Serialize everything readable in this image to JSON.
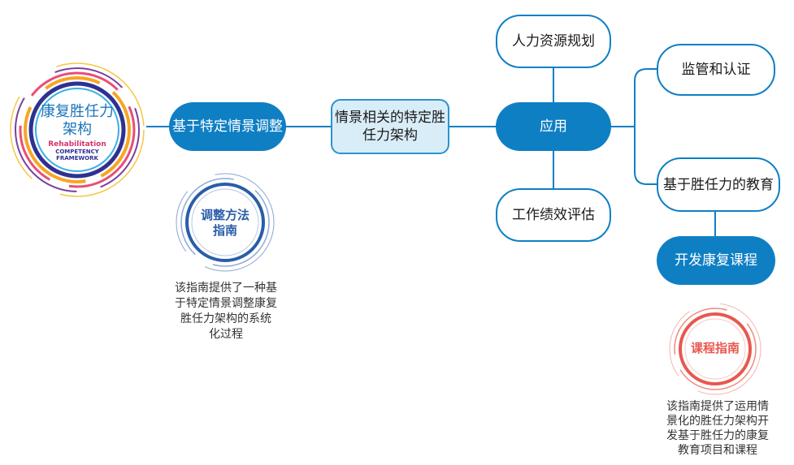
{
  "framework_badge": {
    "title_line1": "康复胜任力",
    "title_line2": "架构",
    "logo_line1": "Rehabilitation",
    "logo_line2": "COMPETENCY",
    "logo_line3": "FRAMEWORK"
  },
  "nodes": {
    "contextual_adjustment": "基于特定情景调整",
    "contextual_framework_line1": "情景相关的特定胜",
    "contextual_framework_line2": "任力架构",
    "application": "应用",
    "hr_planning": "人力资源规划",
    "performance_evaluation": "工作绩效评估",
    "regulation_certification": "监管和认证",
    "competency_education": "基于胜任力的教育",
    "curriculum_development": "开发康复课程"
  },
  "adjustment_guide": {
    "badge_line1": "调整方法",
    "badge_line2": "指南",
    "note_lines": [
      "该指南提供了一种基",
      "于特定情景调整康复",
      "胜任力架构的系统",
      "化过程"
    ]
  },
  "curriculum_guide": {
    "badge_label": "课程指南",
    "note_lines": [
      "该指南提供了运用情",
      "景化的胜任力架构开",
      "发基于胜任力的康复",
      "教育项目和课程"
    ]
  },
  "colors": {
    "primary_blue": "#0f7fc4",
    "light_blue_fill": "#d9edf9",
    "adjustment_badge_blue": "#2a5da8",
    "curriculum_badge_red": "#e8584f"
  }
}
